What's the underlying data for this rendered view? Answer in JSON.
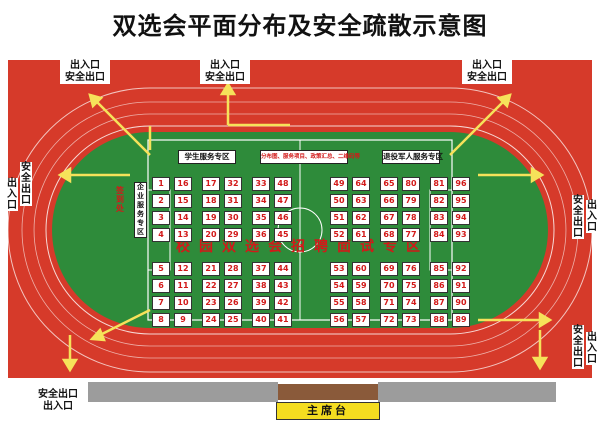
{
  "title": "双选会平面分布及安全疏散示意图",
  "exits": {
    "top_left": {
      "line1": "出入口",
      "line2": "安全出口"
    },
    "top_center": {
      "line1": "出入口",
      "line2": "安全出口"
    },
    "top_right": {
      "line1": "出入口",
      "line2": "安全出口"
    },
    "left_side": {
      "exit": "出入口",
      "safe": "安全出口"
    },
    "right_side_top": {
      "safe": "安全出口",
      "exit": "出入口"
    },
    "right_side_bottom": {
      "safe": "安全出口",
      "exit": "出入口"
    },
    "bottom_left": {
      "line1": "安全出口",
      "line2": "出入口"
    }
  },
  "zones": {
    "student_service": "学生服务专区",
    "center_top": "分布图、服务项目、政策汇总、二维码等",
    "veteran_service": "退役军人服务专区",
    "enterprise_service": "企业服务专区",
    "check_in": "签到处"
  },
  "banner": "校园双选会招聘面试专区",
  "platform": "主席台",
  "booths": {
    "top": [
      [
        "1",
        "2",
        "3",
        "4"
      ],
      [
        "16",
        "15",
        "14",
        "13"
      ],
      [
        "17",
        "18",
        "19",
        "20"
      ],
      [
        "32",
        "31",
        "30",
        "29"
      ],
      [
        "33",
        "34",
        "35",
        "36"
      ],
      [
        "48",
        "47",
        "46",
        "45"
      ],
      [
        "49",
        "50",
        "51",
        "52"
      ],
      [
        "64",
        "63",
        "62",
        "61"
      ],
      [
        "65",
        "66",
        "67",
        "68"
      ],
      [
        "80",
        "79",
        "78",
        "77"
      ],
      [
        "81",
        "82",
        "83",
        "84"
      ],
      [
        "96",
        "95",
        "94",
        "93"
      ]
    ],
    "bottom": [
      [
        "5",
        "6",
        "7",
        "8"
      ],
      [
        "12",
        "11",
        "10",
        "9"
      ],
      [
        "21",
        "22",
        "23",
        "24"
      ],
      [
        "28",
        "27",
        "26",
        "25"
      ],
      [
        "37",
        "38",
        "39",
        "40"
      ],
      [
        "44",
        "43",
        "42",
        "41"
      ],
      [
        "53",
        "54",
        "55",
        "56"
      ],
      [
        "60",
        "59",
        "58",
        "57"
      ],
      [
        "69",
        "70",
        "71",
        "72"
      ],
      [
        "76",
        "75",
        "74",
        "73"
      ],
      [
        "85",
        "86",
        "87",
        "88"
      ],
      [
        "92",
        "91",
        "90",
        "89"
      ]
    ]
  },
  "colors": {
    "track": "#d63a2a",
    "field": "#2e8b3a",
    "lines": "#ffffff",
    "arrow": "#f6e25a",
    "booth_text": "#d21919",
    "platform": "#f4dd20"
  }
}
